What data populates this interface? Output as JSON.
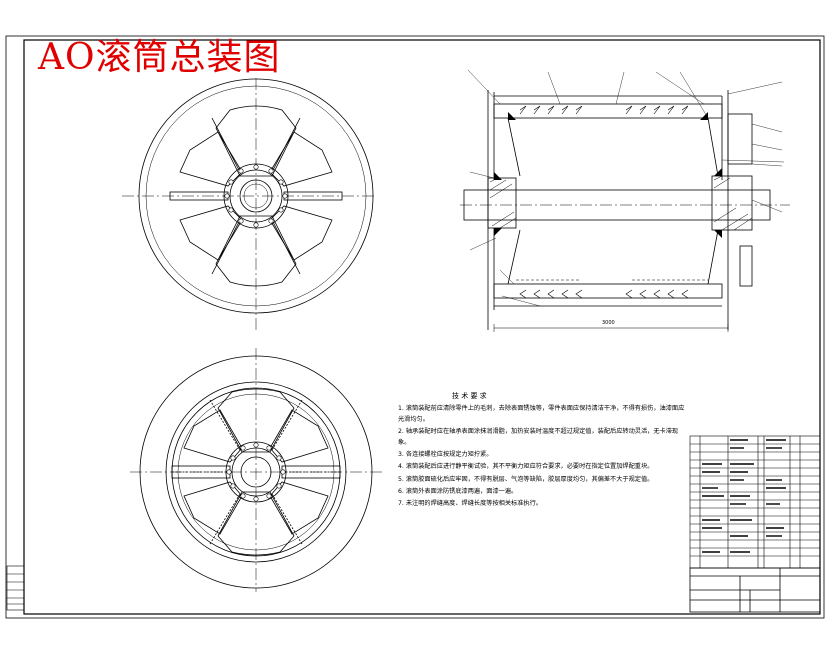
{
  "drawing": {
    "title": "AO滚筒总装图",
    "title_color": "#e00000",
    "line_color": "#000000",
    "background": "#ffffff"
  },
  "tech_requirements": {
    "title": "技 术 要 求",
    "items": [
      "1. 滚筒装配前应清除零件上的毛刺，去除表面锈蚀等，零件表面应保持清洁干净，不得有损伤，油漆面应光滑均匀。",
      "2. 轴承装配时应在轴承表面涂抹润滑脂，加热安装时温度不超过规定值，装配后应转动灵活，无卡滞现象。",
      "3. 各连接螺栓应按规定力矩拧紧。",
      "4. 滚筒装配后应进行静平衡试验，其不平衡力矩应符合要求，必要时在指定位置加焊配重块。",
      "5. 滚筒胶面硫化后应牢固，不得有脱层、气泡等缺陷，胶层厚度均匀，其偏差不大于规定值。",
      "6. 滚筒外表面涂防锈底漆两遍，面漆一遍。",
      "7. 未注明的焊缝高度、焊缝长度等按相关标准执行。"
    ]
  },
  "dimensions": {
    "shaft_length": "3000"
  }
}
